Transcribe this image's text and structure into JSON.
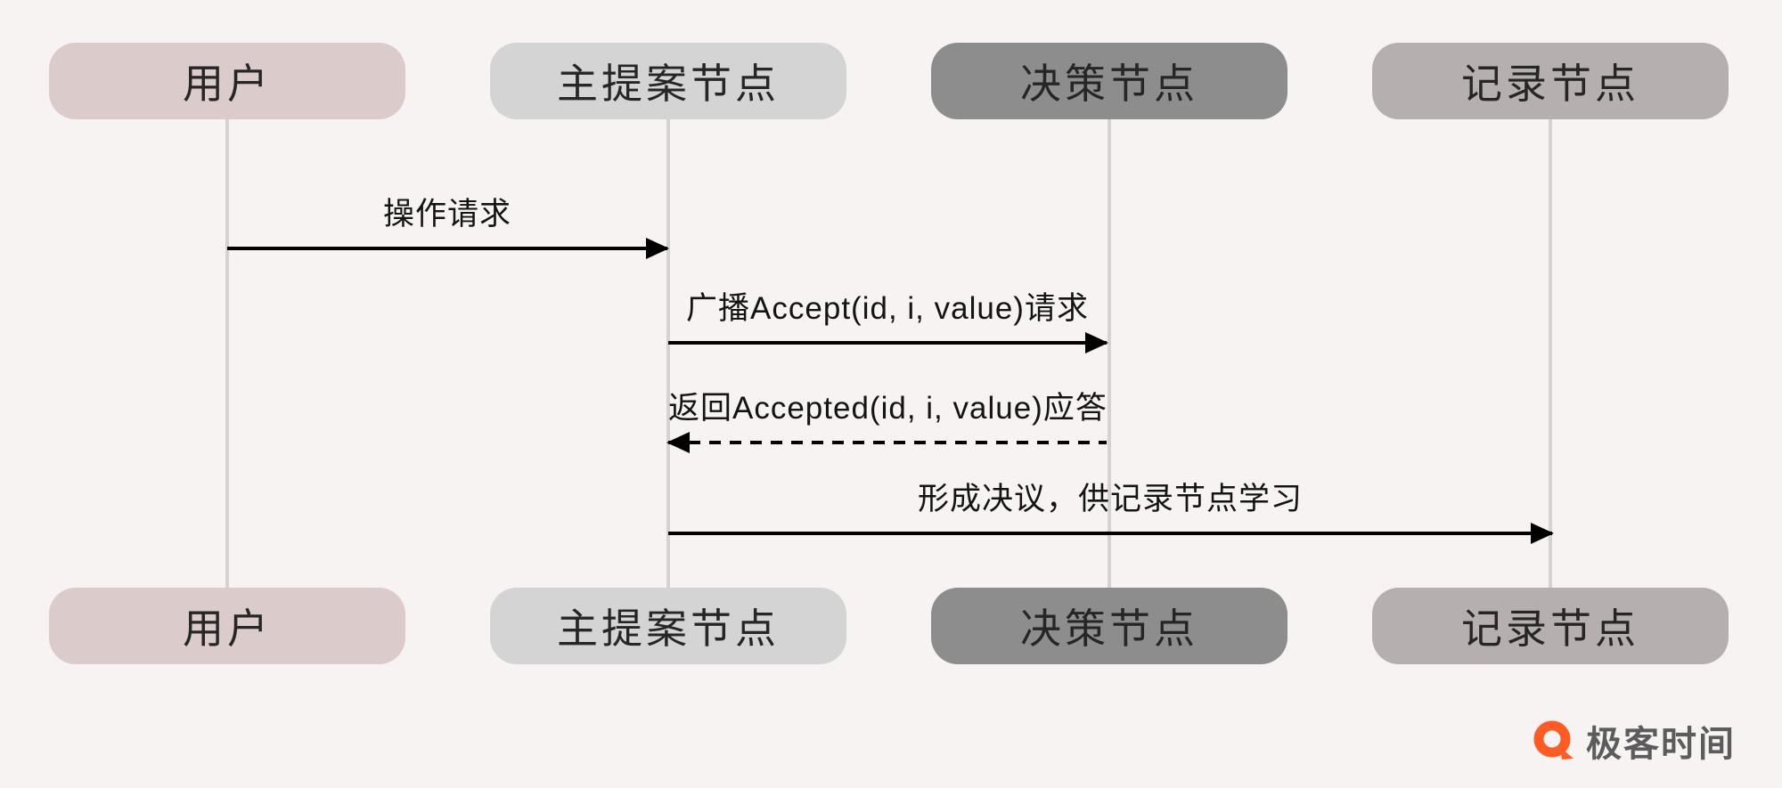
{
  "diagram": {
    "type": "sequence",
    "actors": [
      {
        "id": "user",
        "label": "用户"
      },
      {
        "id": "proposer",
        "label": "主提案节点"
      },
      {
        "id": "decider",
        "label": "决策节点"
      },
      {
        "id": "recorder",
        "label": "记录节点"
      }
    ],
    "messages": [
      {
        "label": "操作请求",
        "from": "用户",
        "to": "主提案节点",
        "style": "solid"
      },
      {
        "label": "广播Accept(id, i, value)请求",
        "from": "主提案节点",
        "to": "决策节点",
        "style": "solid"
      },
      {
        "label": "返回Accepted(id, i, value)应答",
        "from": "决策节点",
        "to": "主提案节点",
        "style": "dashed"
      },
      {
        "label": "形成决议，供记录节点学习",
        "from": "主提案节点",
        "to": "记录节点",
        "style": "solid"
      }
    ],
    "colors": {
      "background": "#f6f3f2",
      "actor_user": "#dbcbcb",
      "actor_proposer": "#d5d4d4",
      "actor_decider": "#8e8d8d",
      "actor_recorder": "#b6afaf",
      "lifeline": "#d6d2d1",
      "arrow": "#000000",
      "logo_accent": "#ff5b22"
    }
  },
  "watermark": {
    "brand": "极客时间"
  }
}
